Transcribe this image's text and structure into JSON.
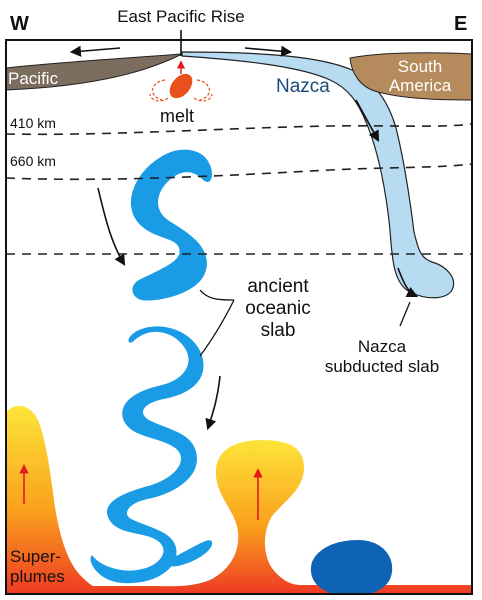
{
  "compass": {
    "west": "W",
    "east": "E"
  },
  "ridge_label": "East Pacific Rise",
  "plates": {
    "pacific": "Pacific",
    "nazca": "Nazca",
    "south_america": "South\nAmerica"
  },
  "melt_label": "melt",
  "depths": {
    "d410": "410 km",
    "d660": "660 km"
  },
  "ancient_slab_label": "ancient\noceanic\nslab",
  "nazca_slab_label": "Nazca\nsubducted slab",
  "superplumes_label": "Super-\nplumes",
  "colors": {
    "slab_blue": "#1a9be6",
    "nazca_light": "#b7dcf2",
    "plate_brown": "#7d6d5f",
    "continent_tan": "#b58a5c",
    "melt_orange": "#e8501c",
    "plume_yellow": "#fcd021",
    "plume_red": "#ef3b24",
    "blob_dark_blue": "#0f63b4"
  }
}
